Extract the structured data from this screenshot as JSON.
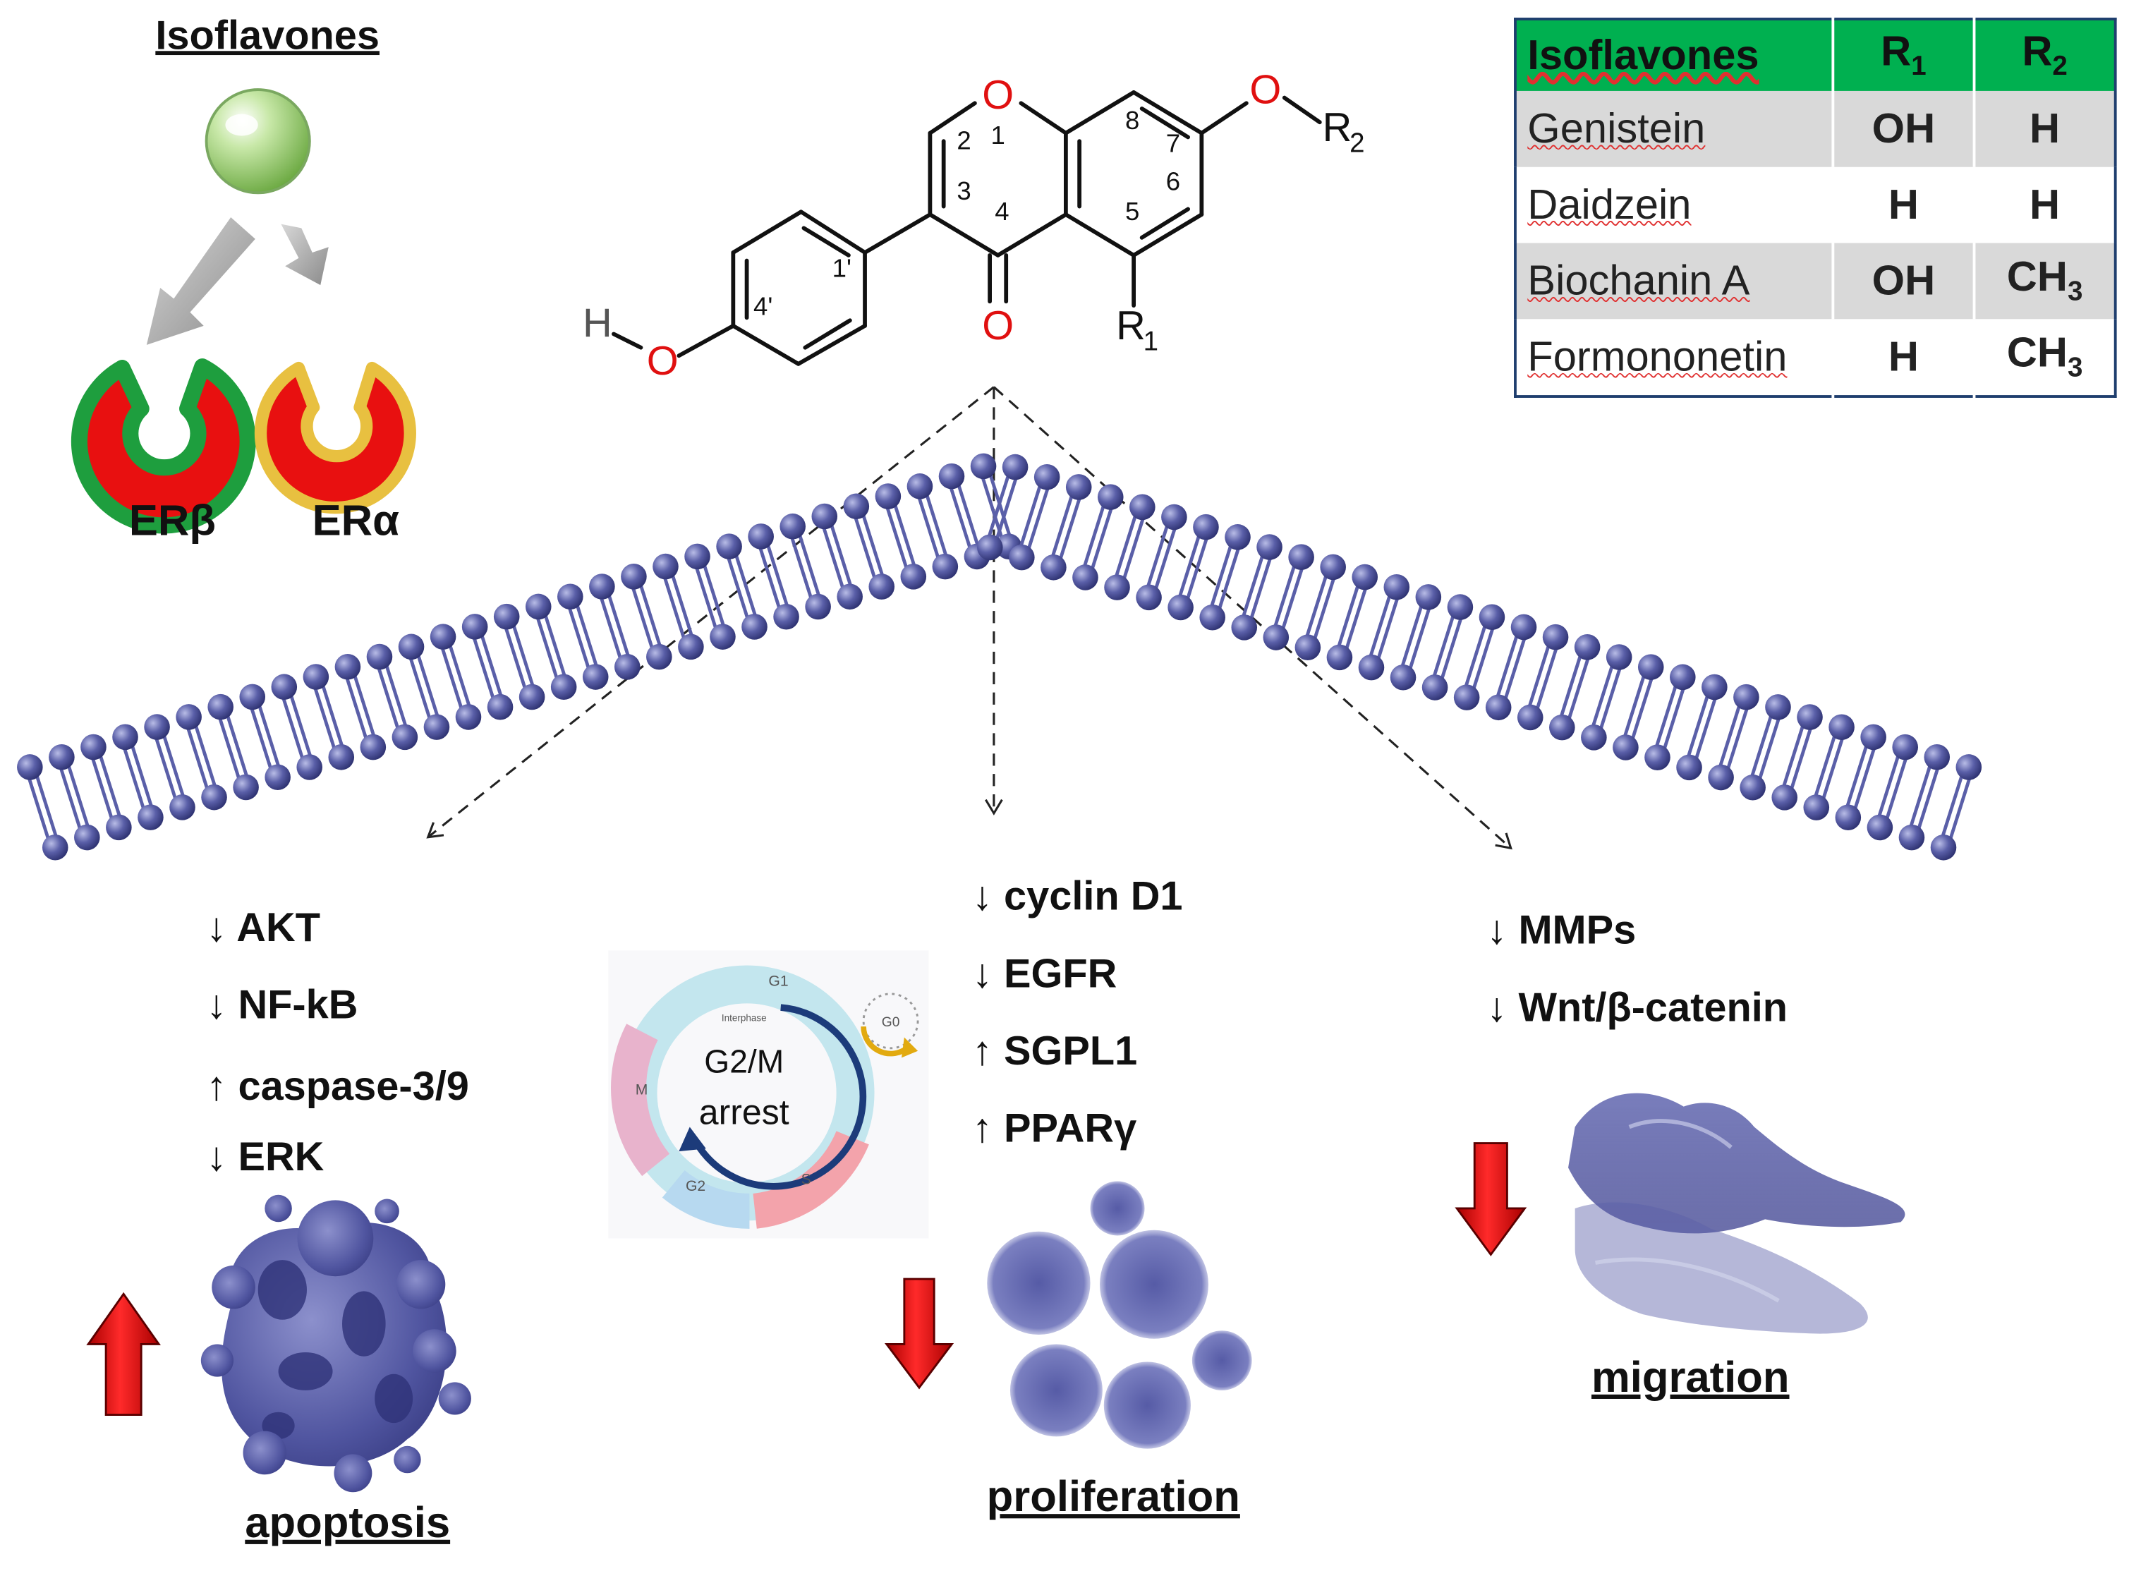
{
  "receptors": {
    "title": "Isoflavones",
    "er_beta": "ERβ",
    "er_alpha": "ERα"
  },
  "structure": {
    "o_ring": "O",
    "o_carbonyl": "O",
    "o_ether": "O",
    "o_hydroxyl": "O",
    "h_hydroxyl": "H",
    "r1": "R",
    "r1_sub": "1",
    "r2": "R",
    "r2_sub": "2",
    "positions": [
      "1",
      "2",
      "3",
      "4",
      "5",
      "6",
      "7",
      "8",
      "1'",
      "4'"
    ]
  },
  "table": {
    "header": [
      "Isoflavones",
      "R1",
      "R2"
    ],
    "rows": [
      {
        "name": "Genistein",
        "r1": "OH",
        "r2": "H"
      },
      {
        "name": "Daidzein",
        "r1": "H",
        "r2": "H"
      },
      {
        "name": "Biochanin A",
        "r1": "OH",
        "r2": "CH3"
      },
      {
        "name": "Formononetin",
        "r1": "H",
        "r2": "CH3"
      }
    ]
  },
  "apoptosis": {
    "markers": [
      "↓ AKT",
      "↓ NF-kB",
      "↑ caspase-3/9",
      "↓ ERK"
    ],
    "label": "apoptosis"
  },
  "cell_cycle": {
    "arrest_line1": "G2/M",
    "arrest_line2": "arrest",
    "phases": [
      "G1",
      "S",
      "G2",
      "M",
      "G0"
    ],
    "interphase": "Interphase"
  },
  "proliferation": {
    "markers": [
      "↓ cyclin D1",
      "↓ EGFR",
      "↑ SGPL1",
      "↑ PPARγ"
    ],
    "label": "proliferation"
  },
  "migration": {
    "markers": [
      "↓ MMPs",
      "↓ Wnt/β-catenin"
    ],
    "label": "migration"
  },
  "colors": {
    "membrane": "#5a5fa8",
    "arrow_red": "#dd1111",
    "table_header": "#00b050",
    "table_border": "#1f3e6e",
    "er_beta_rim": "#1e9e3e",
    "er_alpha_rim": "#e8c040"
  }
}
